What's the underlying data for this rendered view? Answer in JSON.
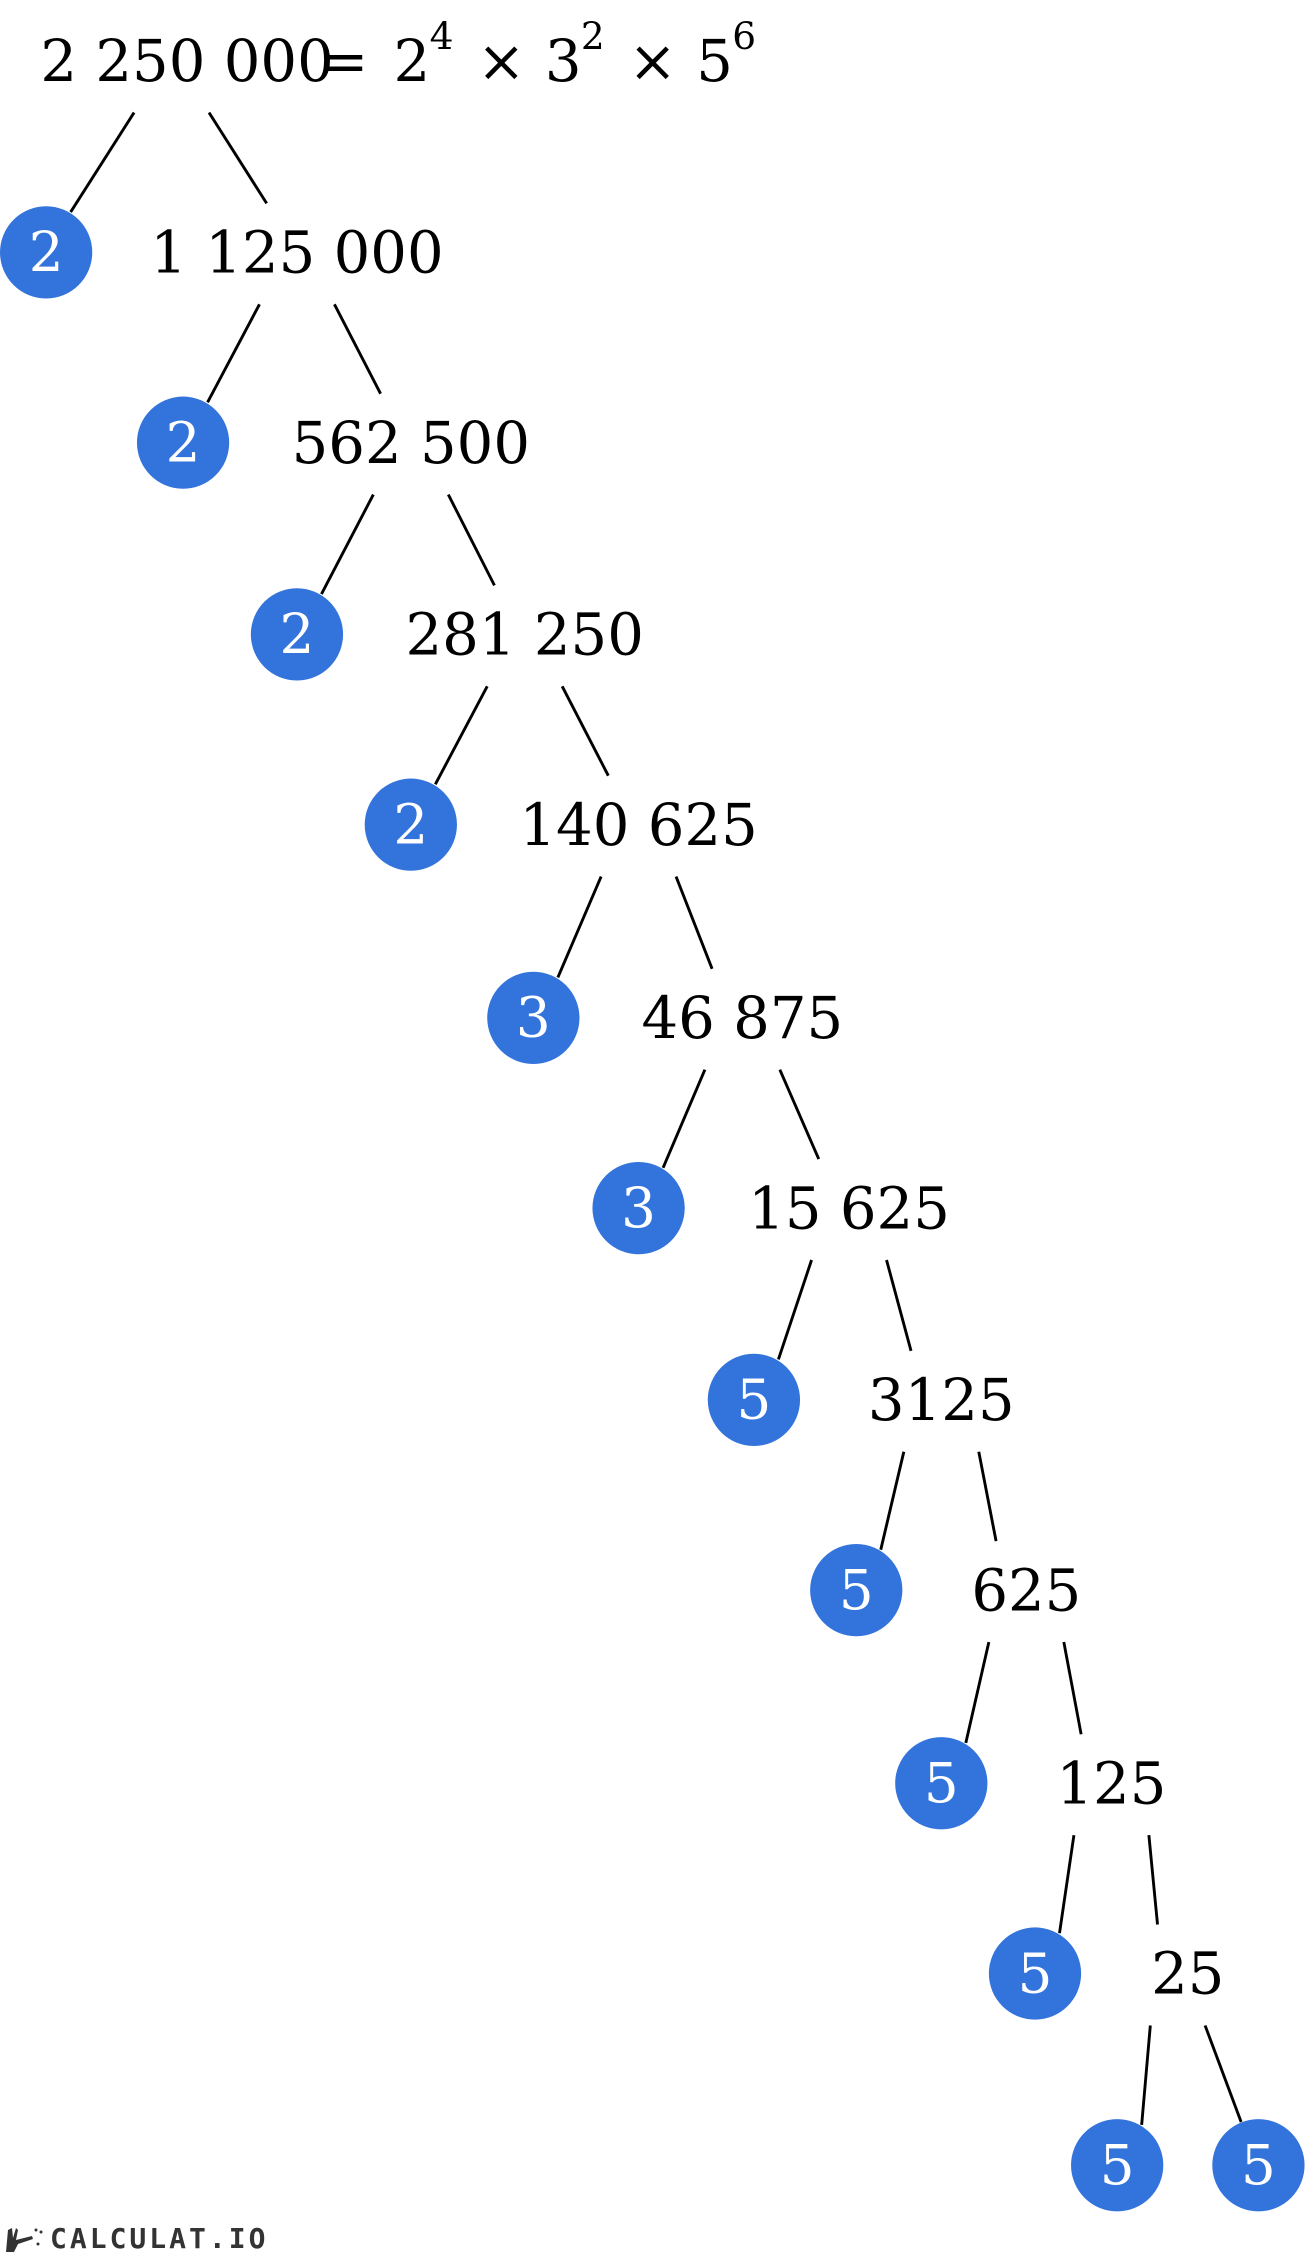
{
  "equation": {
    "number": "2 250 000",
    "equals": "=",
    "times": "×",
    "factors": [
      {
        "base": "2",
        "exp": "4"
      },
      {
        "base": "3",
        "exp": "2"
      },
      {
        "base": "5",
        "exp": "6"
      }
    ]
  },
  "tree": [
    {
      "factor": "2",
      "quotient": "1 125 000"
    },
    {
      "factor": "2",
      "quotient": "562 500"
    },
    {
      "factor": "2",
      "quotient": "281 250"
    },
    {
      "factor": "2",
      "quotient": "140 625"
    },
    {
      "factor": "3",
      "quotient": "46 875"
    },
    {
      "factor": "3",
      "quotient": "15 625"
    },
    {
      "factor": "5",
      "quotient": "3125"
    },
    {
      "factor": "5",
      "quotient": "625"
    },
    {
      "factor": "5",
      "quotient": "125"
    },
    {
      "factor": "5",
      "quotient": "25"
    },
    {
      "factor": "5",
      "quotient": null
    }
  ],
  "last_factor": "5",
  "colors": {
    "factor_circle": "#3373dc"
  },
  "logo": {
    "text": "CALCULAT.IO"
  }
}
